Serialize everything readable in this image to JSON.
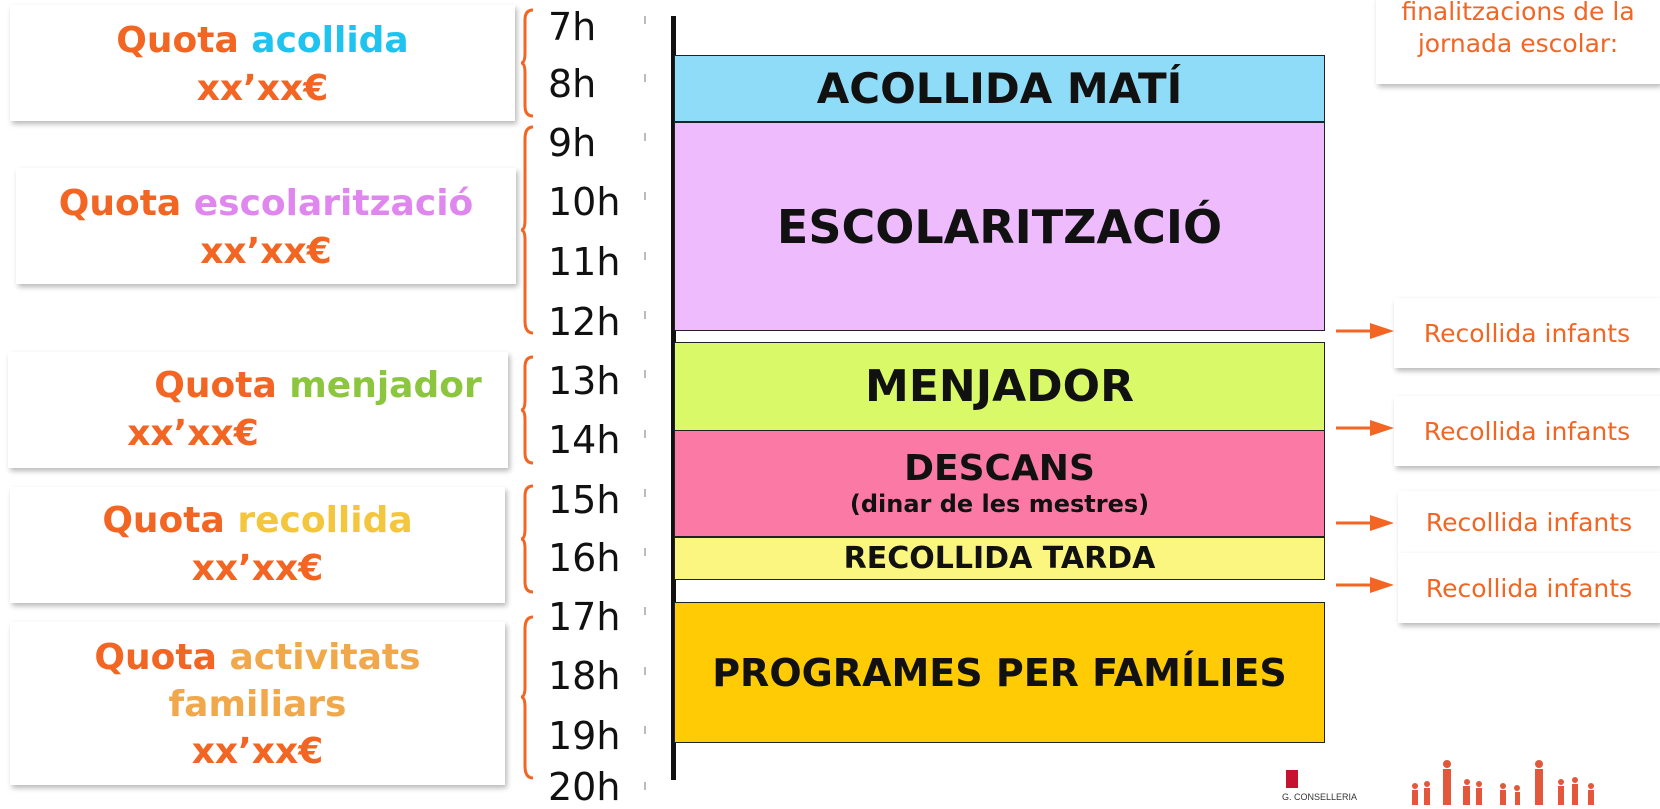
{
  "quotas": [
    {
      "prefix": "Quota",
      "name": "acollida",
      "price": "xx’xx€",
      "name_color": "#1ec3ef"
    },
    {
      "prefix": "Quota",
      "name": "escolarització",
      "price": "xx’xx€",
      "name_color": "#e087ef"
    },
    {
      "prefix": "Quota",
      "name": "menjador",
      "price": "xx’xx€",
      "name_color": "#8cc63f"
    },
    {
      "prefix": "Quota",
      "name": "recollida",
      "price": "xx’xx€",
      "name_color": "#f4c63d"
    },
    {
      "prefix": "Quota",
      "name_line1": "activitats",
      "name_line2": "familiars",
      "price": "xx’xx€",
      "name_color": "#f0a84a"
    }
  ],
  "hours": [
    "7h",
    "8h",
    "9h",
    "10h",
    "11h",
    "12h",
    "13h",
    "14h",
    "15h",
    "16h",
    "17h",
    "18h",
    "19h",
    "20h"
  ],
  "blocks": {
    "acollida_mati": "ACOLLIDA MATÍ",
    "escolaritzacio": "ESCOLARITZACIÓ",
    "menjador": "MENJADOR",
    "descans": "DESCANS",
    "descans_sub": "(dinar de les mestres)",
    "recollida_tarda": "RECOLLIDA TARDA",
    "programes": "PROGRAMES PER FAMÍLIES"
  },
  "pickups": [
    "Recollida infants",
    "Recollida infants",
    "Recollida infants",
    "Recollida infants"
  ],
  "note": {
    "line1": "finalitzacions de la",
    "line2": "jornada escolar:"
  },
  "logo": {
    "text": "G. CONSELLERIA"
  },
  "colors": {
    "accent": "#f26522",
    "acollida": "#8fdcf8",
    "escolaritzacio": "#eebcfc",
    "menjador": "#d9f968",
    "descans": "#fb7aa5",
    "recollida": "#fbf680",
    "programes": "#fecb05"
  }
}
